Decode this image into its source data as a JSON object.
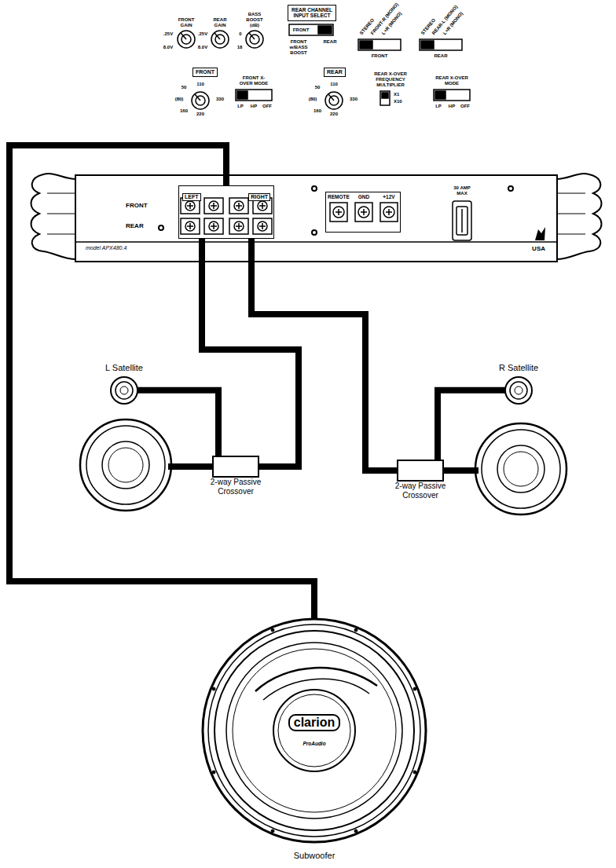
{
  "diagram": {
    "nodes": [
      {
        "text": [
          "REAR CHANNEL INPUT SELECT"
        ]
      },
      {
        "text": [
          "FRONT"
        ]
      },
      {
        "text": [
          "REAR"
        ]
      },
      {
        "text": [
          "model APX480.4",
          "USA"
        ]
      },
      {
        "text": [
          "LEFT",
          "RIGHT"
        ],
        "in": 3
      },
      {
        "text": [
          "REMOTE",
          "GND",
          "+12V"
        ],
        "in": 3
      },
      {
        "text": [
          "L Satellite"
        ]
      },
      {
        "text": [
          "R Satellite"
        ]
      },
      {
        "text": [
          "2-way Passive Crossover"
        ]
      },
      {
        "text": [
          "2-way Passive Crossover"
        ]
      },
      {
        "text": [
          "clarion",
          "ProAudio",
          "Subwoofer"
        ]
      }
    ],
    "edges": [
      {
        "from": 4,
        "to": 10,
        "arrow": "none"
      },
      {
        "from": 4,
        "to": 8,
        "arrow": "none"
      },
      {
        "from": 4,
        "to": 9,
        "arrow": "none"
      },
      {
        "from": 8,
        "to": 6,
        "arrow": "none"
      },
      {
        "from": 9,
        "to": 7,
        "arrow": "none"
      }
    ],
    "labels": [
      "FRONT GAIN",
      ".25V",
      "8.0V",
      "REAR GAIN",
      ".25V",
      "8.0V",
      "BASS BOOST (dB)",
      "0",
      "18",
      "FRONT",
      "FRONT w/BASS BOOST",
      "REAR",
      "STEREO",
      "FRONT-R (MONO)",
      "L+R (MONO)",
      "FRONT",
      "STEREO",
      "REAR-L (MONO)",
      "L+R (MONO)",
      "REAR",
      "110",
      "50",
      "(80)",
      "160",
      "220",
      "330",
      "FRONT X-OVER MODE",
      "LP",
      "HP",
      "OFF",
      "110",
      "50",
      "(80)",
      "160",
      "220",
      "330",
      "REAR X-OVER FREQUENCY MULTIPLIER",
      "X1",
      "X10",
      "REAR X-OVER MODE",
      "LP",
      "HP",
      "OFF",
      "FRONT",
      "REAR",
      "30 AMP MAX"
    ]
  }
}
